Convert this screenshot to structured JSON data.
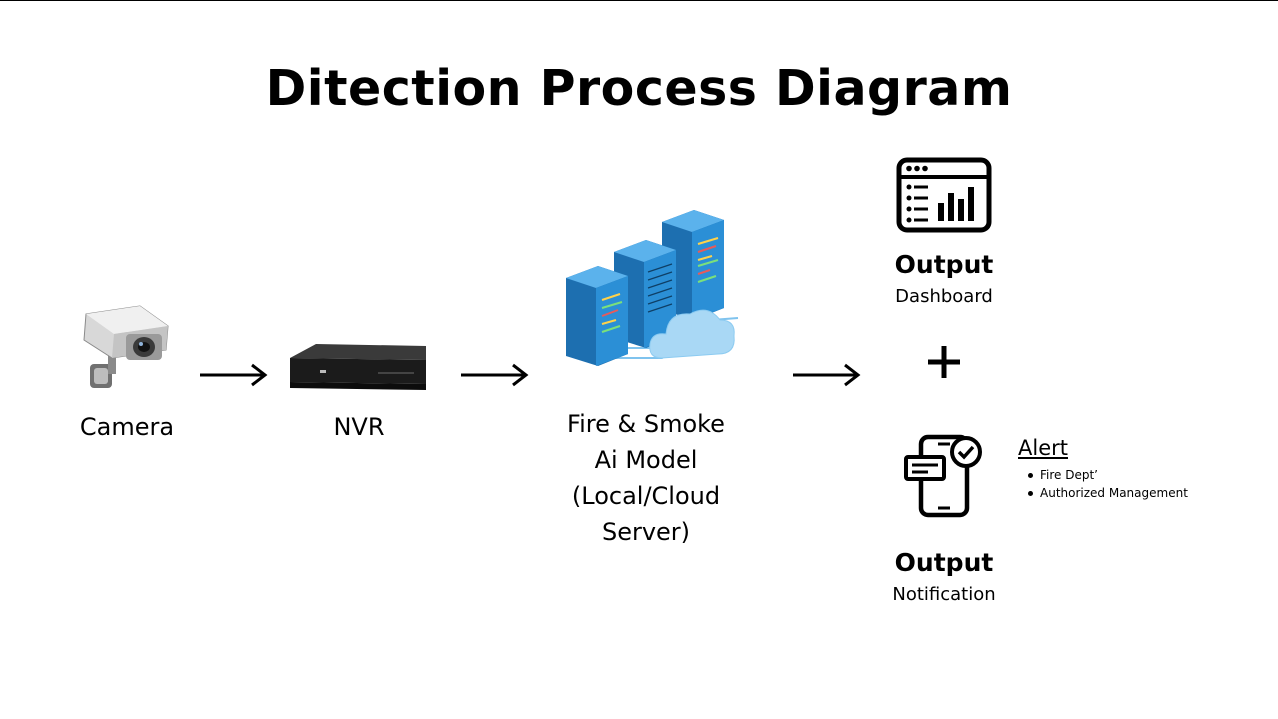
{
  "title": "Ditection Process Diagram",
  "nodes": {
    "camera": {
      "label": "Camera",
      "icon": "security-camera-icon"
    },
    "nvr": {
      "label": "NVR",
      "icon": "nvr-device-icon"
    },
    "ai_model": {
      "lines": [
        "Fire & Smoke",
        "Ai Model",
        "(Local/Cloud",
        "Server)"
      ],
      "icon": "server-cloud-icon"
    }
  },
  "outputs": {
    "dashboard": {
      "title": "Output",
      "subtitle": "Dashboard",
      "icon": "dashboard-icon"
    },
    "notification": {
      "title": "Output",
      "subtitle": "Notification",
      "icon": "phone-notification-icon"
    },
    "combine_symbol": "+"
  },
  "alert": {
    "title": "Alert",
    "items": [
      "Fire Dept’",
      "Authorized Management"
    ]
  },
  "colors": {
    "server_blue": "#2b8fd6",
    "cloud_blue": "#a9d8f5"
  }
}
